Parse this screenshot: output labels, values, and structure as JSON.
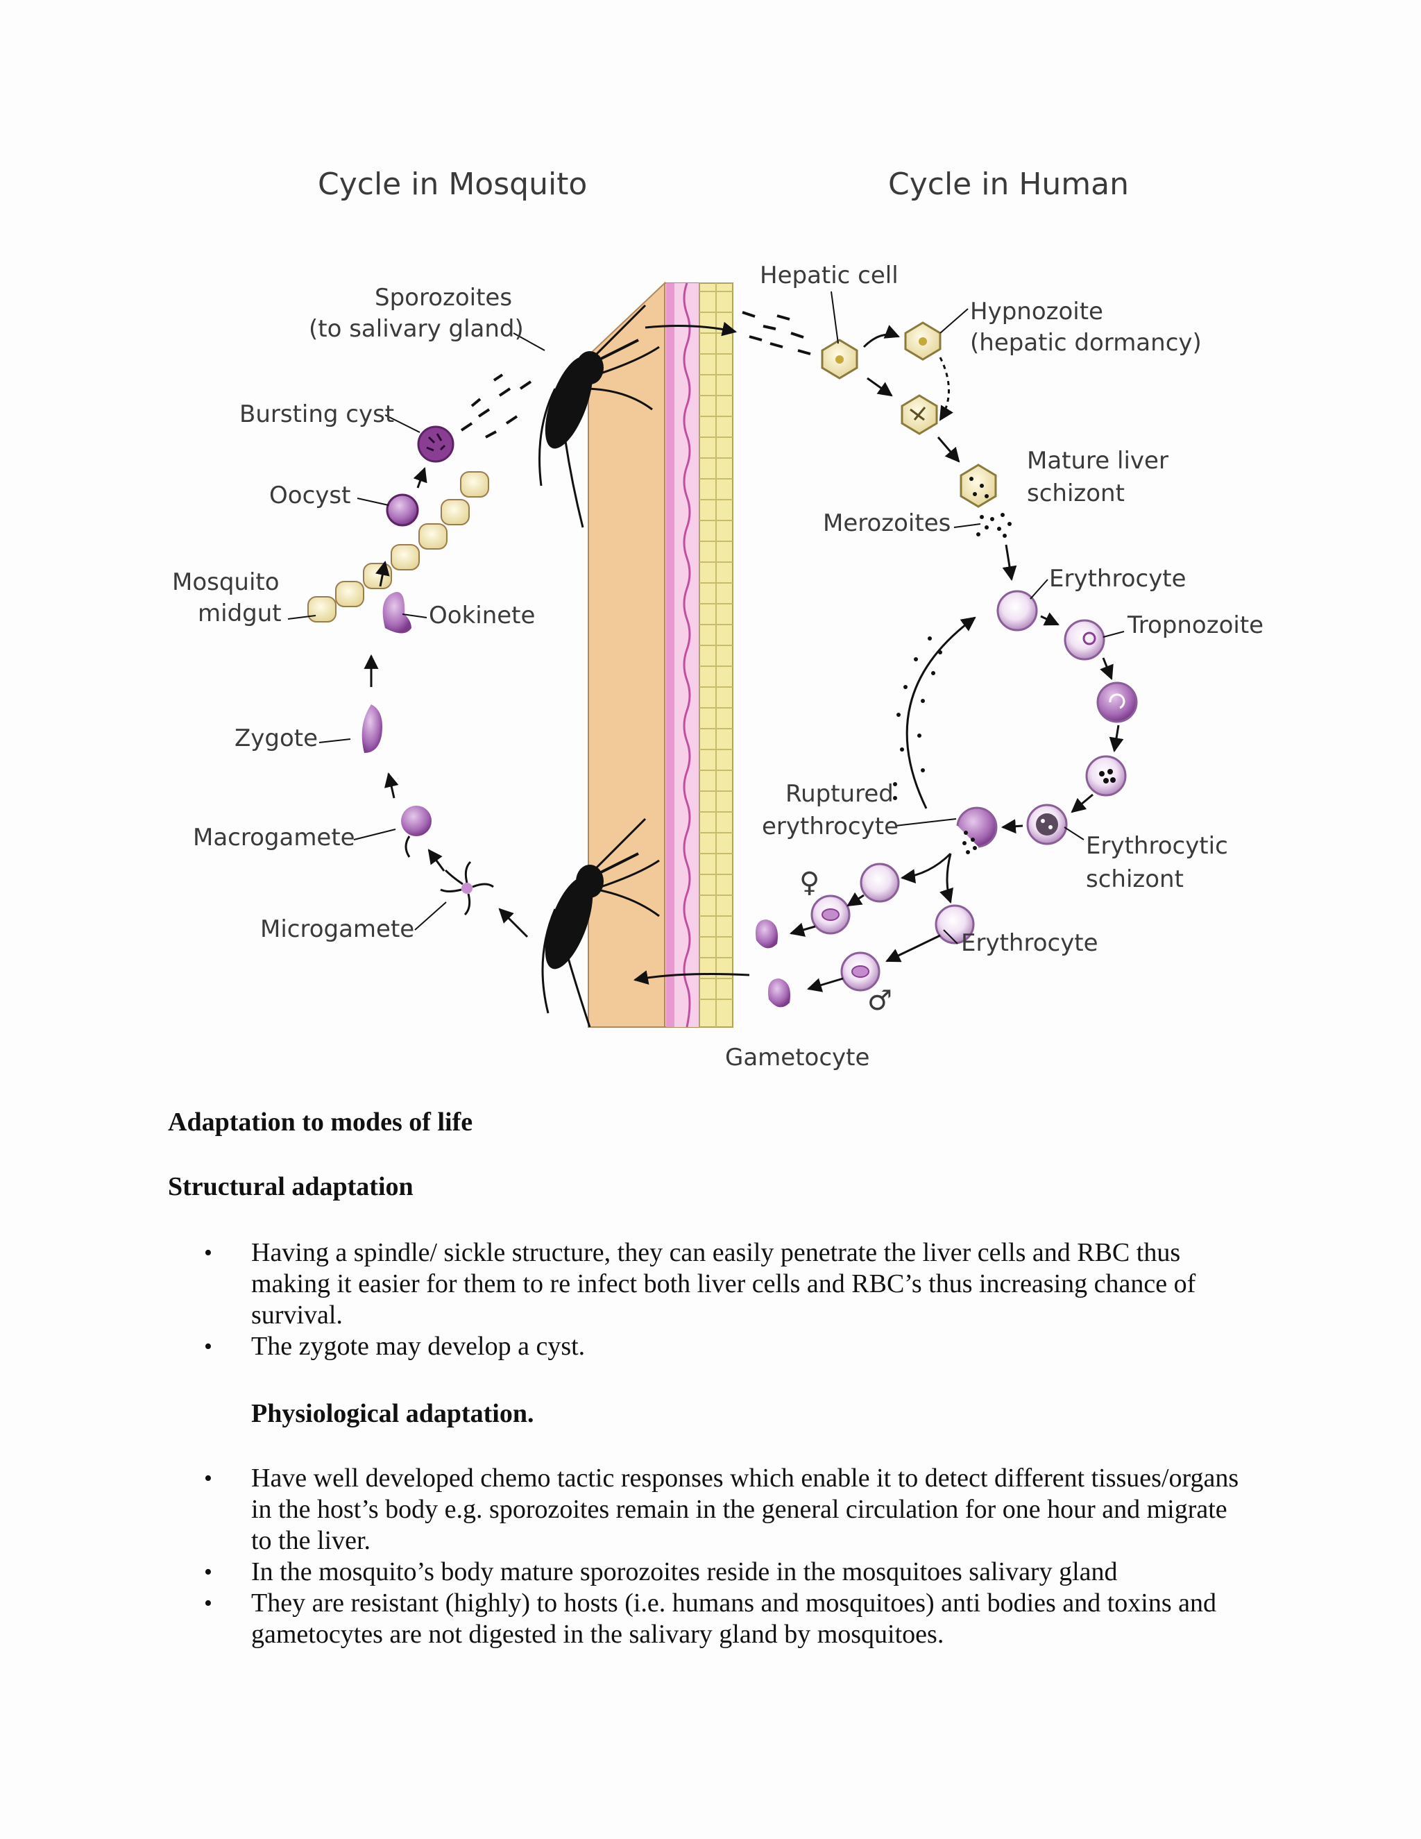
{
  "diagram": {
    "title_mosquito": "Cycle in Mosquito",
    "title_human": "Cycle in Human",
    "labels": {
      "sporozoites": "Sporozoites",
      "to_salivary": "(to salivary gland)",
      "bursting_cyst": "Bursting cyst",
      "oocyst": "Oocyst",
      "mosquito": "Mosquito",
      "midgut": "midgut",
      "ookinete": "Ookinete",
      "zygote": "Zygote",
      "macrogamete": "Macrogamete",
      "microgamete": "Microgamete",
      "hepatic_cell": "Hepatic cell",
      "hypnozoite": "Hypnozoite",
      "hepatic_dormancy": "(hepatic dormancy)",
      "mature_liver": "Mature liver",
      "schizont": "schizont",
      "merozoites": "Merozoites",
      "erythrocyte_top": "Erythrocyte",
      "tropnozoite": "Tropnozoite",
      "ruptured": "Ruptured",
      "erythrocyte_r": "erythrocyte",
      "erythrocytic": "Erythrocytic",
      "schizont2": "schizont",
      "erythrocyte_bottom": "Erythrocyte",
      "gametocyte": "Gametocyte",
      "female_symbol": "♀",
      "male_symbol": "♂"
    }
  },
  "text": {
    "h1": "Adaptation to modes of life",
    "h2": "Structural adaptation",
    "structural_items": [
      "Having a spindle/ sickle structure, they can easily penetrate the liver cells and RBC thus making it easier for them to re infect both liver cells and RBC’s thus increasing chance of survival.",
      "The zygote may develop a cyst."
    ],
    "h3": "Physiological adaptation.",
    "physiological_items": [
      "Have well developed chemo tactic responses which enable it to detect different tissues/organs in the host’s body e.g. sporozoites remain in the general circulation for one hour and migrate to the liver.",
      "In the mosquito’s body mature sporozoites reside in the mosquitoes salivary gland",
      "They are resistant (highly) to hosts (i.e. humans and mosquitoes) anti bodies and toxins and gametocytes are not digested in the salivary gland by mosquitoes."
    ]
  }
}
